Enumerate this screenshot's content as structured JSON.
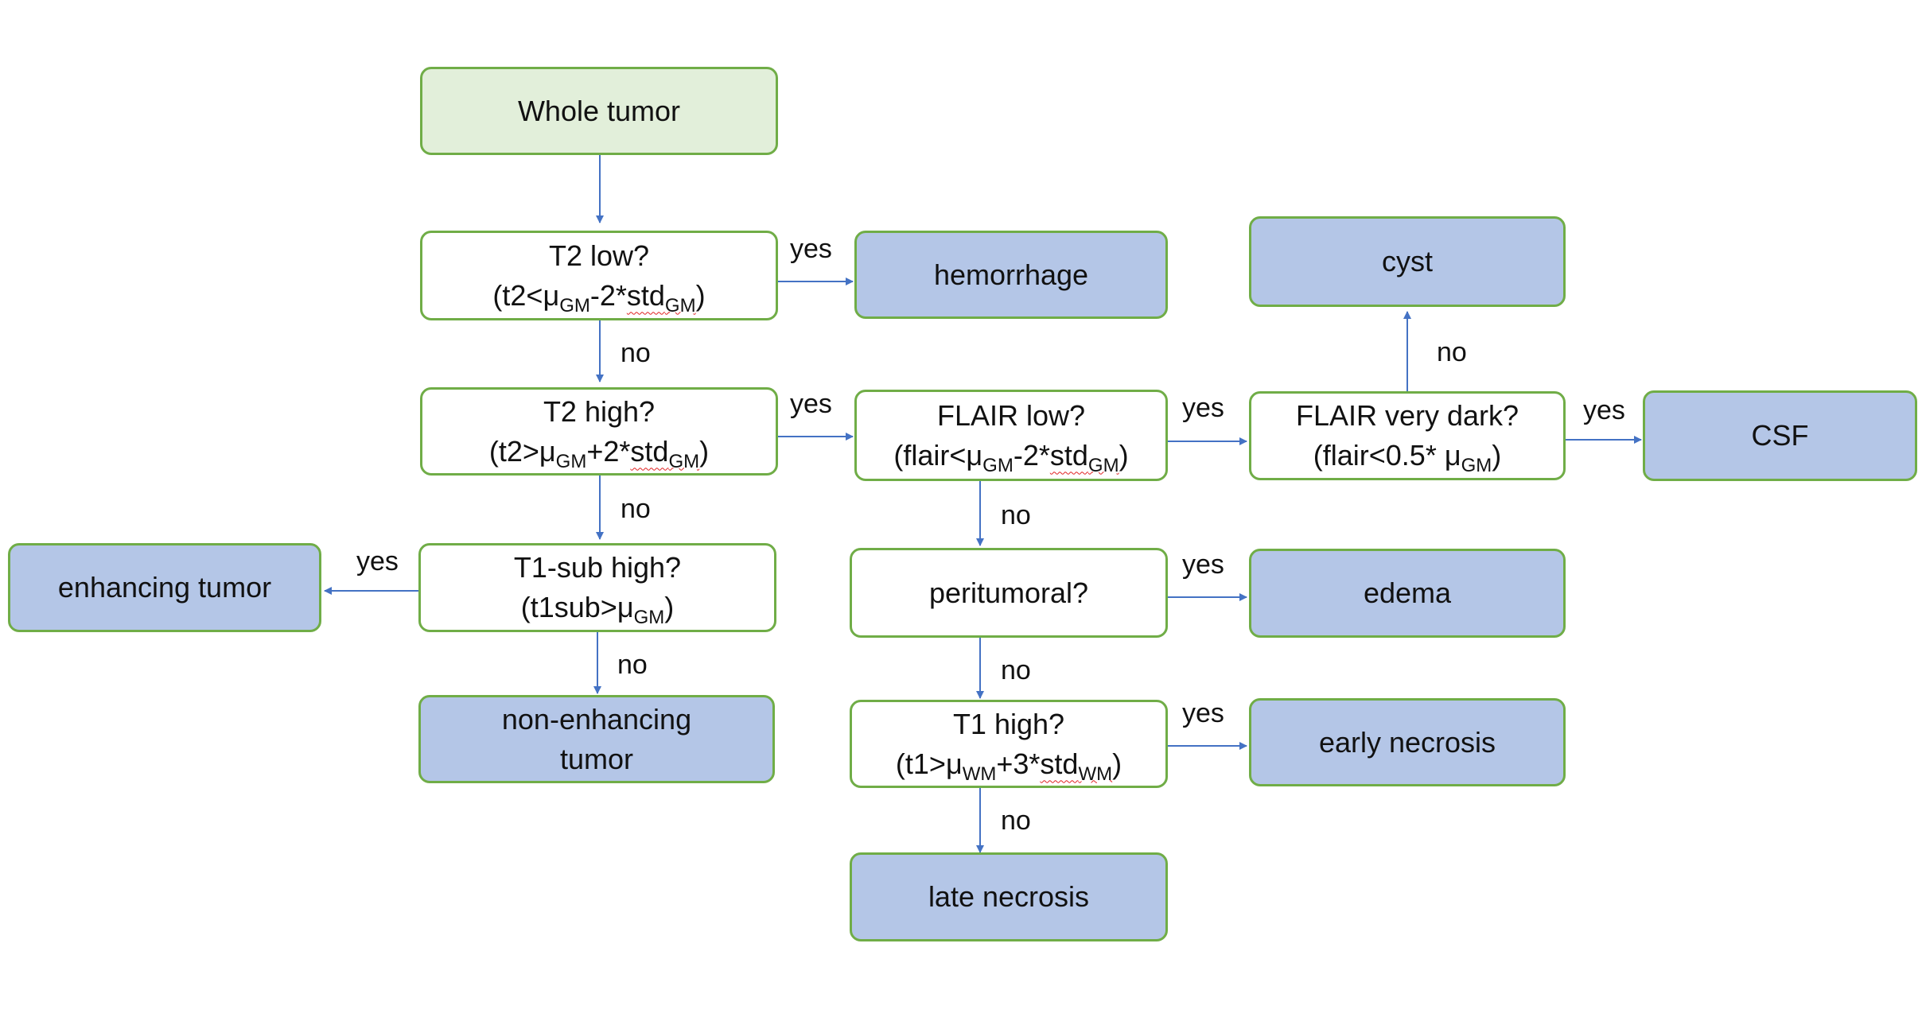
{
  "nodes": {
    "whole_tumor": {
      "line1": "Whole tumor"
    },
    "t2_low": {
      "question": "T2 low?",
      "cond_prefix": "(t2<μ",
      "cond_sub1": "GM",
      "cond_mid": "-2*",
      "cond_std": "std",
      "cond_sub2": "GM",
      "cond_suffix": ")"
    },
    "t2_high": {
      "question": "T2 high?",
      "cond_prefix": "(t2>μ",
      "cond_sub1": "GM",
      "cond_mid": "+2*",
      "cond_std": "std",
      "cond_sub2": "GM",
      "cond_suffix": ")"
    },
    "t1sub_high": {
      "question": "T1-sub high?",
      "cond_prefix": "(t1sub>μ",
      "cond_sub1": "GM",
      "cond_suffix": ")"
    },
    "flair_low": {
      "question": "FLAIR low?",
      "cond_prefix": "(flair<μ",
      "cond_sub1": "GM",
      "cond_mid": "-2*",
      "cond_std": "std",
      "cond_sub2": "GM",
      "cond_suffix": ")"
    },
    "flair_very_dark": {
      "question": "FLAIR very dark?",
      "cond_prefix": "(flair<0.5* μ",
      "cond_sub1": "GM",
      "cond_suffix": ")"
    },
    "peritumoral": {
      "question": "peritumoral?"
    },
    "t1_high": {
      "question": "T1 high?",
      "cond_prefix": "(t1>μ",
      "cond_sub1": "WM",
      "cond_mid": "+3*",
      "cond_std": "std",
      "cond_sub2": "WM",
      "cond_suffix": ")"
    },
    "hemorrhage": {
      "line1": "hemorrhage"
    },
    "cyst": {
      "line1": "cyst"
    },
    "csf": {
      "line1": "CSF"
    },
    "enhancing_tumor": {
      "line1": "enhancing tumor"
    },
    "non_enhancing_tumor": {
      "line1": "non-enhancing",
      "line2": "tumor"
    },
    "edema": {
      "line1": "edema"
    },
    "early_necrosis": {
      "line1": "early necrosis"
    },
    "late_necrosis": {
      "line1": "late necrosis"
    }
  },
  "edge_labels": {
    "t2_low_yes": "yes",
    "t2_low_no": "no",
    "t2_high_yes": "yes",
    "t2_high_no": "no",
    "t1sub_yes": "yes",
    "t1sub_no": "no",
    "flair_low_yes": "yes",
    "flair_low_no": "no",
    "flair_dark_yes": "yes",
    "flair_dark_no": "no",
    "peritumoral_yes": "yes",
    "peritumoral_no": "no",
    "t1_high_yes": "yes",
    "t1_high_no": "no"
  },
  "colors": {
    "start_fill": "#e2efda",
    "outcome_fill": "#b4c6e7",
    "border": "#70ad47",
    "arrow": "#4472c4"
  }
}
